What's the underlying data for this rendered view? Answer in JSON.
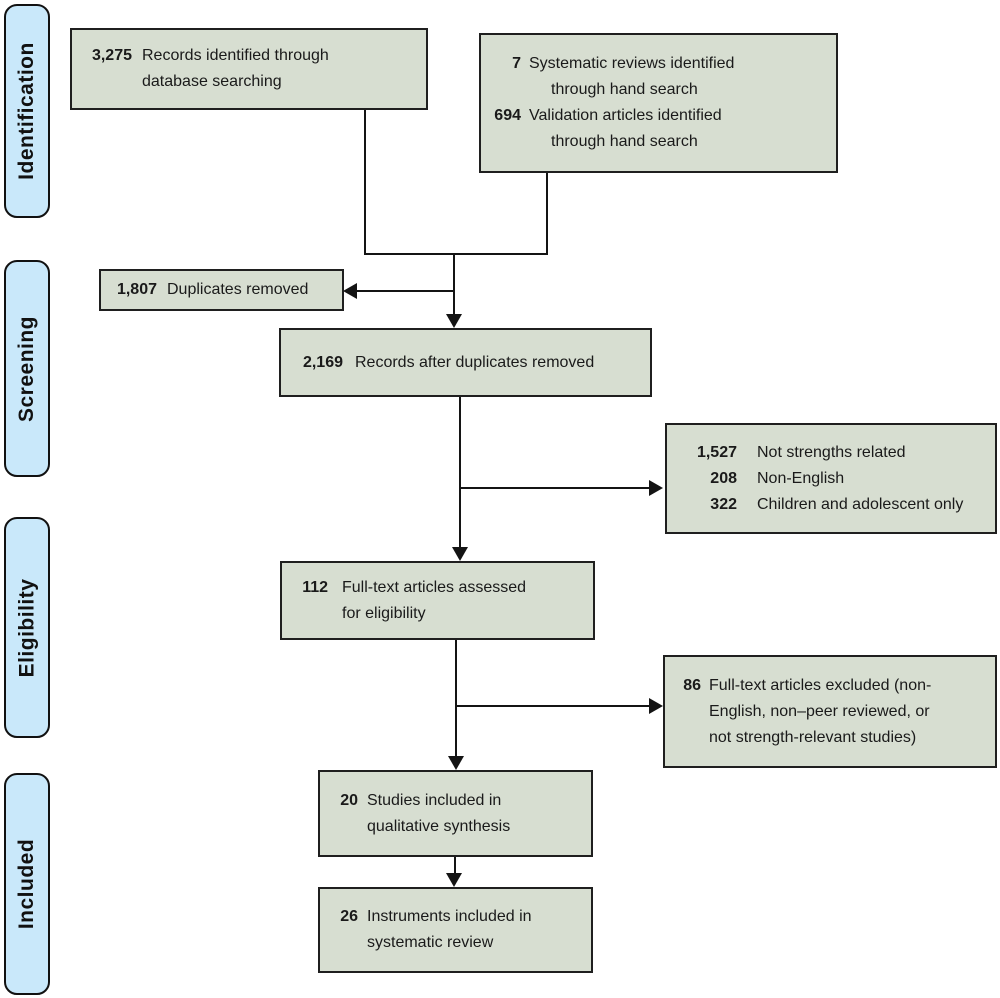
{
  "palette": {
    "box_fill": "#d7ded1",
    "box_border": "#1f1f1f",
    "stage_fill": "#c9e8fa",
    "stage_border": "#111111",
    "line_color": "#141414"
  },
  "stages": [
    {
      "label": "Identification"
    },
    {
      "label": "Screening"
    },
    {
      "label": "Eligibility"
    },
    {
      "label": "Included"
    }
  ],
  "boxes": {
    "records_identified": {
      "num": "3,275",
      "line1": "Records identified through",
      "line2": "database searching"
    },
    "hand_search": {
      "rows": [
        {
          "num": "7",
          "line1": "Systematic reviews identified",
          "line2": "through hand search"
        },
        {
          "num": "694",
          "line1": "Validation articles identified",
          "line2": "through hand search"
        }
      ]
    },
    "duplicates_removed": {
      "num": "1,807",
      "text": "Duplicates removed"
    },
    "records_after_duplicates": {
      "num": "2,169",
      "text": "Records after duplicates removed"
    },
    "screening_excluded": {
      "rows": [
        {
          "num": "1,527",
          "text": "Not strengths related"
        },
        {
          "num": "208",
          "text": "Non-English"
        },
        {
          "num": "322",
          "text": "Children and adolescent only"
        }
      ]
    },
    "fulltext_assessed": {
      "num": "112",
      "line1": "Full-text articles assessed",
      "line2": "for eligibility"
    },
    "fulltext_excluded": {
      "num": "86",
      "line1": "Full-text articles excluded (non-",
      "line2": "English, non–peer reviewed, or",
      "line3": "not strength-relevant studies)"
    },
    "qualitative_synthesis": {
      "num": "20",
      "line1": "Studies included in",
      "line2": "qualitative synthesis"
    },
    "systematic_review": {
      "num": "26",
      "line1": "Instruments included in",
      "line2": "systematic review"
    }
  }
}
